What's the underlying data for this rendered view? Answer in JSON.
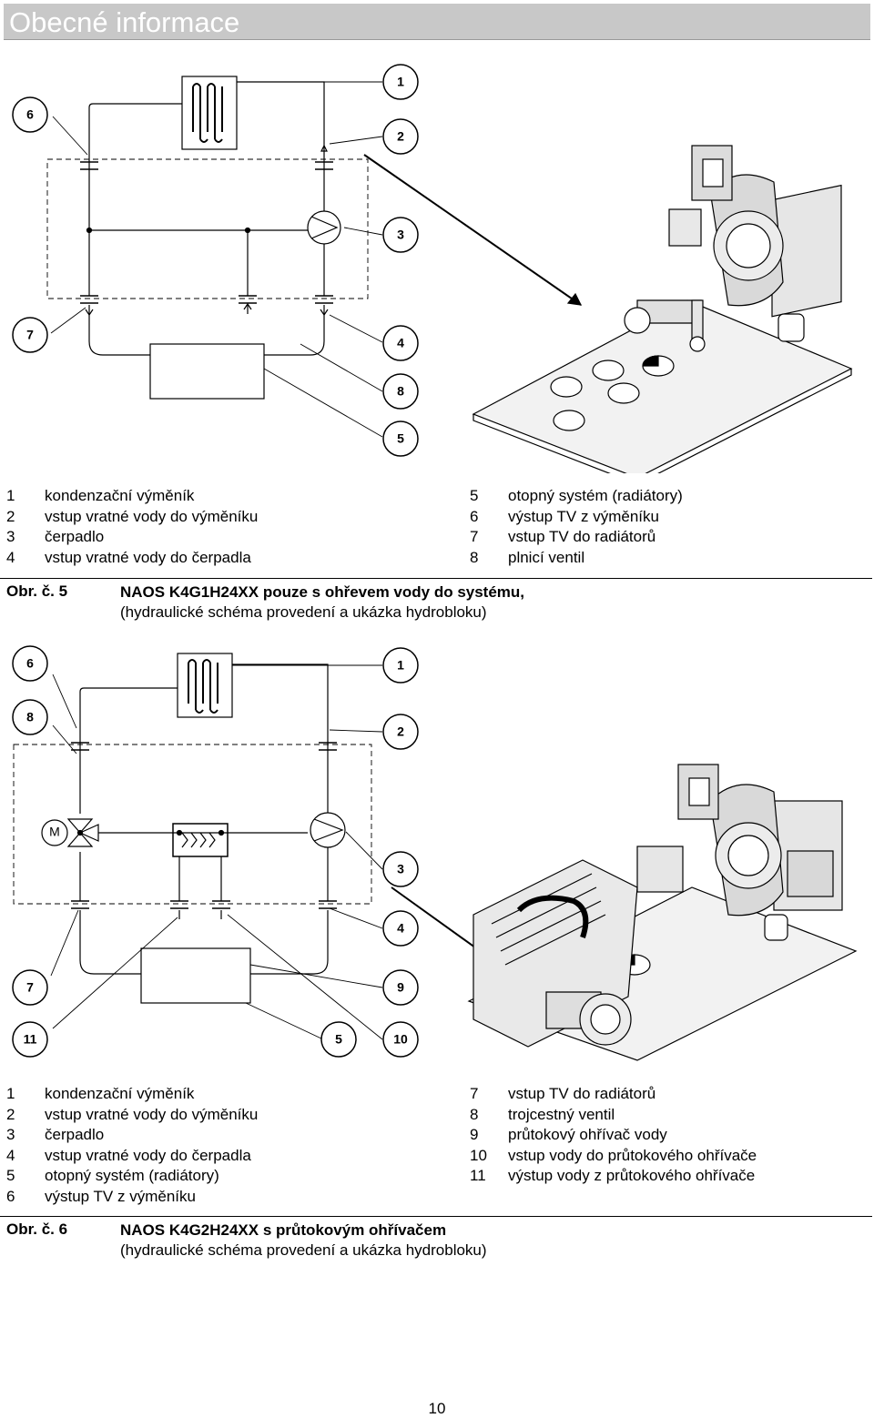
{
  "header": {
    "title": "Obecné informace"
  },
  "figure1": {
    "callouts": [
      "1",
      "2",
      "3",
      "4",
      "5",
      "6",
      "7",
      "8"
    ],
    "legend_left": [
      {
        "num": "1",
        "text": "kondenzační výměník"
      },
      {
        "num": "2",
        "text": "vstup vratné vody do výměníku"
      },
      {
        "num": "3",
        "text": "čerpadlo"
      },
      {
        "num": "4",
        "text": "vstup vratné vody do čerpadla"
      }
    ],
    "legend_right": [
      {
        "num": "5",
        "text": "otopný systém (radiátory)"
      },
      {
        "num": "6",
        "text": "výstup TV z výměníku"
      },
      {
        "num": "7",
        "text": "vstup TV do radiátorů"
      },
      {
        "num": "8",
        "text": "plnicí ventil"
      }
    ],
    "caption_label": "Obr. č. 5",
    "caption_title": "NAOS K4G1H24XX pouze s ohřevem vody do systému,",
    "caption_subtitle": "(hydraulické schéma provedení a ukázka hydrobloku)"
  },
  "figure2": {
    "callouts": [
      "1",
      "2",
      "3",
      "4",
      "5",
      "6",
      "7",
      "8",
      "9",
      "10",
      "11"
    ],
    "valve_motor_label": "M",
    "legend_left": [
      {
        "num": "1",
        "text": "kondenzační výměník"
      },
      {
        "num": "2",
        "text": "vstup vratné vody do výměníku"
      },
      {
        "num": "3",
        "text": "čerpadlo"
      },
      {
        "num": "4",
        "text": "vstup vratné vody do čerpadla"
      },
      {
        "num": "5",
        "text": "otopný systém (radiátory)"
      },
      {
        "num": "6",
        "text": "výstup TV z výměníku"
      }
    ],
    "legend_right": [
      {
        "num": "7",
        "text": "vstup TV do radiátorů"
      },
      {
        "num": "8",
        "text": "trojcestný ventil"
      },
      {
        "num": "9",
        "text": "průtokový ohřívač vody"
      },
      {
        "num": "10",
        "text": "vstup vody do průtokového ohřívače"
      },
      {
        "num": "11",
        "text": "výstup vody z průtokového ohřívače"
      }
    ],
    "caption_label": "Obr. č. 6",
    "caption_title": "NAOS K4G2H24XX s průtokovým ohřívačem",
    "caption_subtitle": "(hydraulické schéma provedení a ukázka hydrobloku)"
  },
  "page_number": "10"
}
